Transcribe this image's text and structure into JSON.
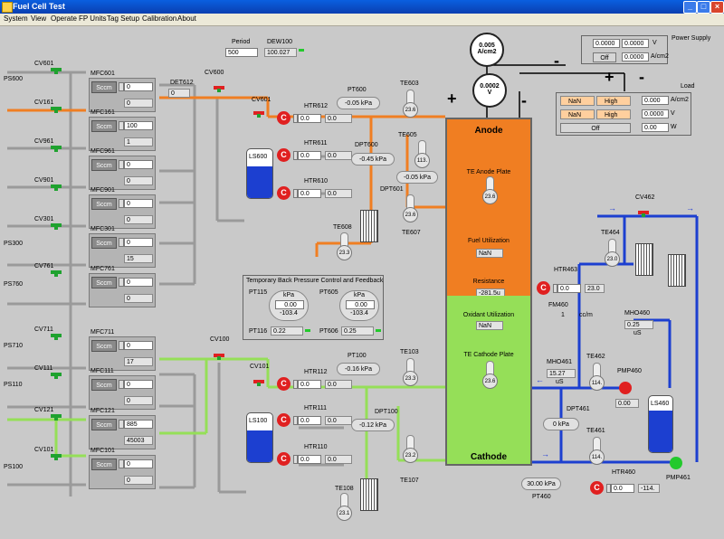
{
  "window": {
    "title": "Fuel Cell Test",
    "buttons": [
      "_",
      "□",
      "×"
    ]
  },
  "menu": [
    "System",
    "View",
    "Operate",
    "FP Units",
    "Tag Setup",
    "Calibration",
    "About"
  ],
  "colors": {
    "hydrogen": "#f07e22",
    "air": "#95df58",
    "water": "#1c3fd0",
    "gray_pipe": "#9a9a9a",
    "heater": "#e02020"
  },
  "period": {
    "label": "Period",
    "value": "500"
  },
  "dew100": {
    "label": "DEW100",
    "value": "100.027"
  },
  "det612": {
    "label": "DET612",
    "value": "0"
  },
  "supplies": [
    {
      "valve": "CV601",
      "source": "PS600"
    },
    {
      "valve": "CV161",
      "source": ""
    },
    {
      "valve": "CV961",
      "source": ""
    },
    {
      "valve": "CV901",
      "source": ""
    },
    {
      "valve": "CV301",
      "source": "PS300"
    },
    {
      "valve": "CV761",
      "source": "PS760"
    },
    {
      "valve": "CV711",
      "source": "PS710"
    },
    {
      "valve": "CV111",
      "source": "PS110"
    },
    {
      "valve": "CV121",
      "source": ""
    },
    {
      "valve": "CV101",
      "source": "PS100"
    }
  ],
  "mfcs": [
    {
      "name": "MFC601",
      "unit": "Sccm",
      "setpoint": "0",
      "reading": "0"
    },
    {
      "name": "MFC161",
      "unit": "Sccm",
      "setpoint": "100",
      "reading": "1"
    },
    {
      "name": "MFC961",
      "unit": "Sccm",
      "setpoint": "0",
      "reading": "0"
    },
    {
      "name": "MFC901",
      "unit": "Sccm",
      "setpoint": "0",
      "reading": "0"
    },
    {
      "name": "MFC301",
      "unit": "Sccm",
      "setpoint": "0",
      "reading": "15"
    },
    {
      "name": "MFC761",
      "unit": "Sccm",
      "setpoint": "0",
      "reading": "0"
    },
    {
      "name": "MFC711",
      "unit": "Sccm",
      "setpoint": "0",
      "reading": "17"
    },
    {
      "name": "MFC111",
      "unit": "Sccm",
      "setpoint": "0",
      "reading": "0"
    },
    {
      "name": "MFC121",
      "unit": "Sccm",
      "setpoint": "885",
      "reading": "45003"
    },
    {
      "name": "MFC101",
      "unit": "Sccm",
      "setpoint": "0",
      "reading": "0"
    }
  ],
  "anode_side": {
    "cv600": "CV600",
    "cv601": "CV601",
    "ls600": "LS600",
    "htr612": {
      "label": "HTR612",
      "a": "0.0",
      "b": "0.0"
    },
    "htr611": {
      "label": "HTR611",
      "a": "0.0",
      "b": "0.0"
    },
    "htr610": {
      "label": "HTR610",
      "a": "0.0",
      "b": "0.0"
    },
    "pt600": {
      "label": "PT600",
      "value": "-0.05 kPa"
    },
    "dpt600": {
      "label": "DPT600",
      "value": "-0.45 kPa"
    },
    "dpt601": {
      "label": "DPT601",
      "value": "-0.05 kPa"
    },
    "te603": {
      "label": "TE603",
      "value": "23.6"
    },
    "te605": {
      "label": "TE605",
      "value": "113."
    },
    "te607": {
      "label": "TE607",
      "value": "23.6"
    },
    "te608": {
      "label": "TE608",
      "value": "23.3"
    }
  },
  "cathode_side": {
    "cv100": "CV100",
    "cv101": "CV101",
    "ls100": "LS100",
    "htr112": {
      "label": "HTR112",
      "a": "0.0",
      "b": "0.0"
    },
    "htr111": {
      "label": "HTR111",
      "a": "0.0",
      "b": "0.0"
    },
    "htr110": {
      "label": "HTR110",
      "a": "0.0",
      "b": "0.0"
    },
    "pt100": {
      "label": "PT100",
      "value": "-0.16 kPa"
    },
    "dpt100": {
      "label": "DPT100",
      "value": "-0.12 kPa"
    },
    "te103": {
      "label": "TE103",
      "value": "23.3"
    },
    "te107": {
      "label": "TE107",
      "value": "23.2"
    },
    "te108": {
      "label": "TE108",
      "value": "23.1"
    }
  },
  "backpressure": {
    "title": "Temporary Back Pressure Control and Feedback",
    "pt115": {
      "label": "PT115",
      "unit": "kPa",
      "set": "0.00",
      "read": "-103.4"
    },
    "pt605": {
      "label": "PT605",
      "unit": "kPa",
      "set": "0.00",
      "read": "-103.4"
    },
    "pt116": {
      "label": "PT116",
      "value": "0.22"
    },
    "pt606": {
      "label": "PT606",
      "value": "0.25"
    }
  },
  "stack": {
    "anode": "Anode",
    "cathode": "Cathode",
    "te_anode": "TE Anode Plate",
    "te_anode_value": "23.6",
    "fuel_util": "Fuel Utilization",
    "fuel_util_value": "NaN",
    "resistance": "Resistance",
    "resistance_value": "-281.5u",
    "oxidant_util": "Oxidant Utilization",
    "oxidant_util_value": "NaN",
    "te_cathode": "TE Cathode Plate",
    "te_cathode_value": "23.6"
  },
  "meters": {
    "current": {
      "value": "0.005",
      "unit": "A/cm2"
    },
    "voltage": {
      "value": "0.0002",
      "unit": "V"
    }
  },
  "signs": {
    "plus": "+",
    "minus": "-"
  },
  "power_supply": {
    "title": "Power Supply",
    "v": "0.0000",
    "v_unit": "V",
    "i": "0.0000",
    "i_unit": "A/cm2",
    "setpoint": "0.0000",
    "button": "Off"
  },
  "load": {
    "title": "Load",
    "row1": {
      "value": "NaN",
      "mode": "High",
      "reading": "0.000",
      "unit": "A/cm2"
    },
    "row2": {
      "value": "NaN",
      "mode": "High",
      "reading": "0.0000",
      "unit": "V"
    },
    "button": "Off",
    "w_value": "0.00",
    "w_unit": "W"
  },
  "coolant": {
    "cv462": "CV462",
    "te464": {
      "label": "TE464",
      "value": "23.0"
    },
    "htr463": {
      "label": "HTR463",
      "a": "0.0",
      "b": "23.0"
    },
    "fm460": {
      "label": "FM460",
      "value": "1",
      "unit": "cc/m"
    },
    "mho460": {
      "label": "MHO460",
      "value": "0.25",
      "unit": "uS"
    },
    "mho461": {
      "label": "MHO461",
      "value": "15.27",
      "unit": "uS"
    },
    "te462": {
      "label": "TE462",
      "value": "114."
    },
    "pmp460": {
      "label": "PMP460",
      "value": "0.00"
    },
    "dpt461": {
      "label": "DPT461",
      "value": "0 kPa"
    },
    "ls460": "LS460",
    "te461": {
      "label": "TE461",
      "value": "114."
    },
    "htr460": {
      "label": "HTR460",
      "a": "0.0",
      "b": "-114."
    },
    "pmp461": "PMP461",
    "pt460": {
      "label": "PT460",
      "value": "30.00 kPa"
    }
  }
}
